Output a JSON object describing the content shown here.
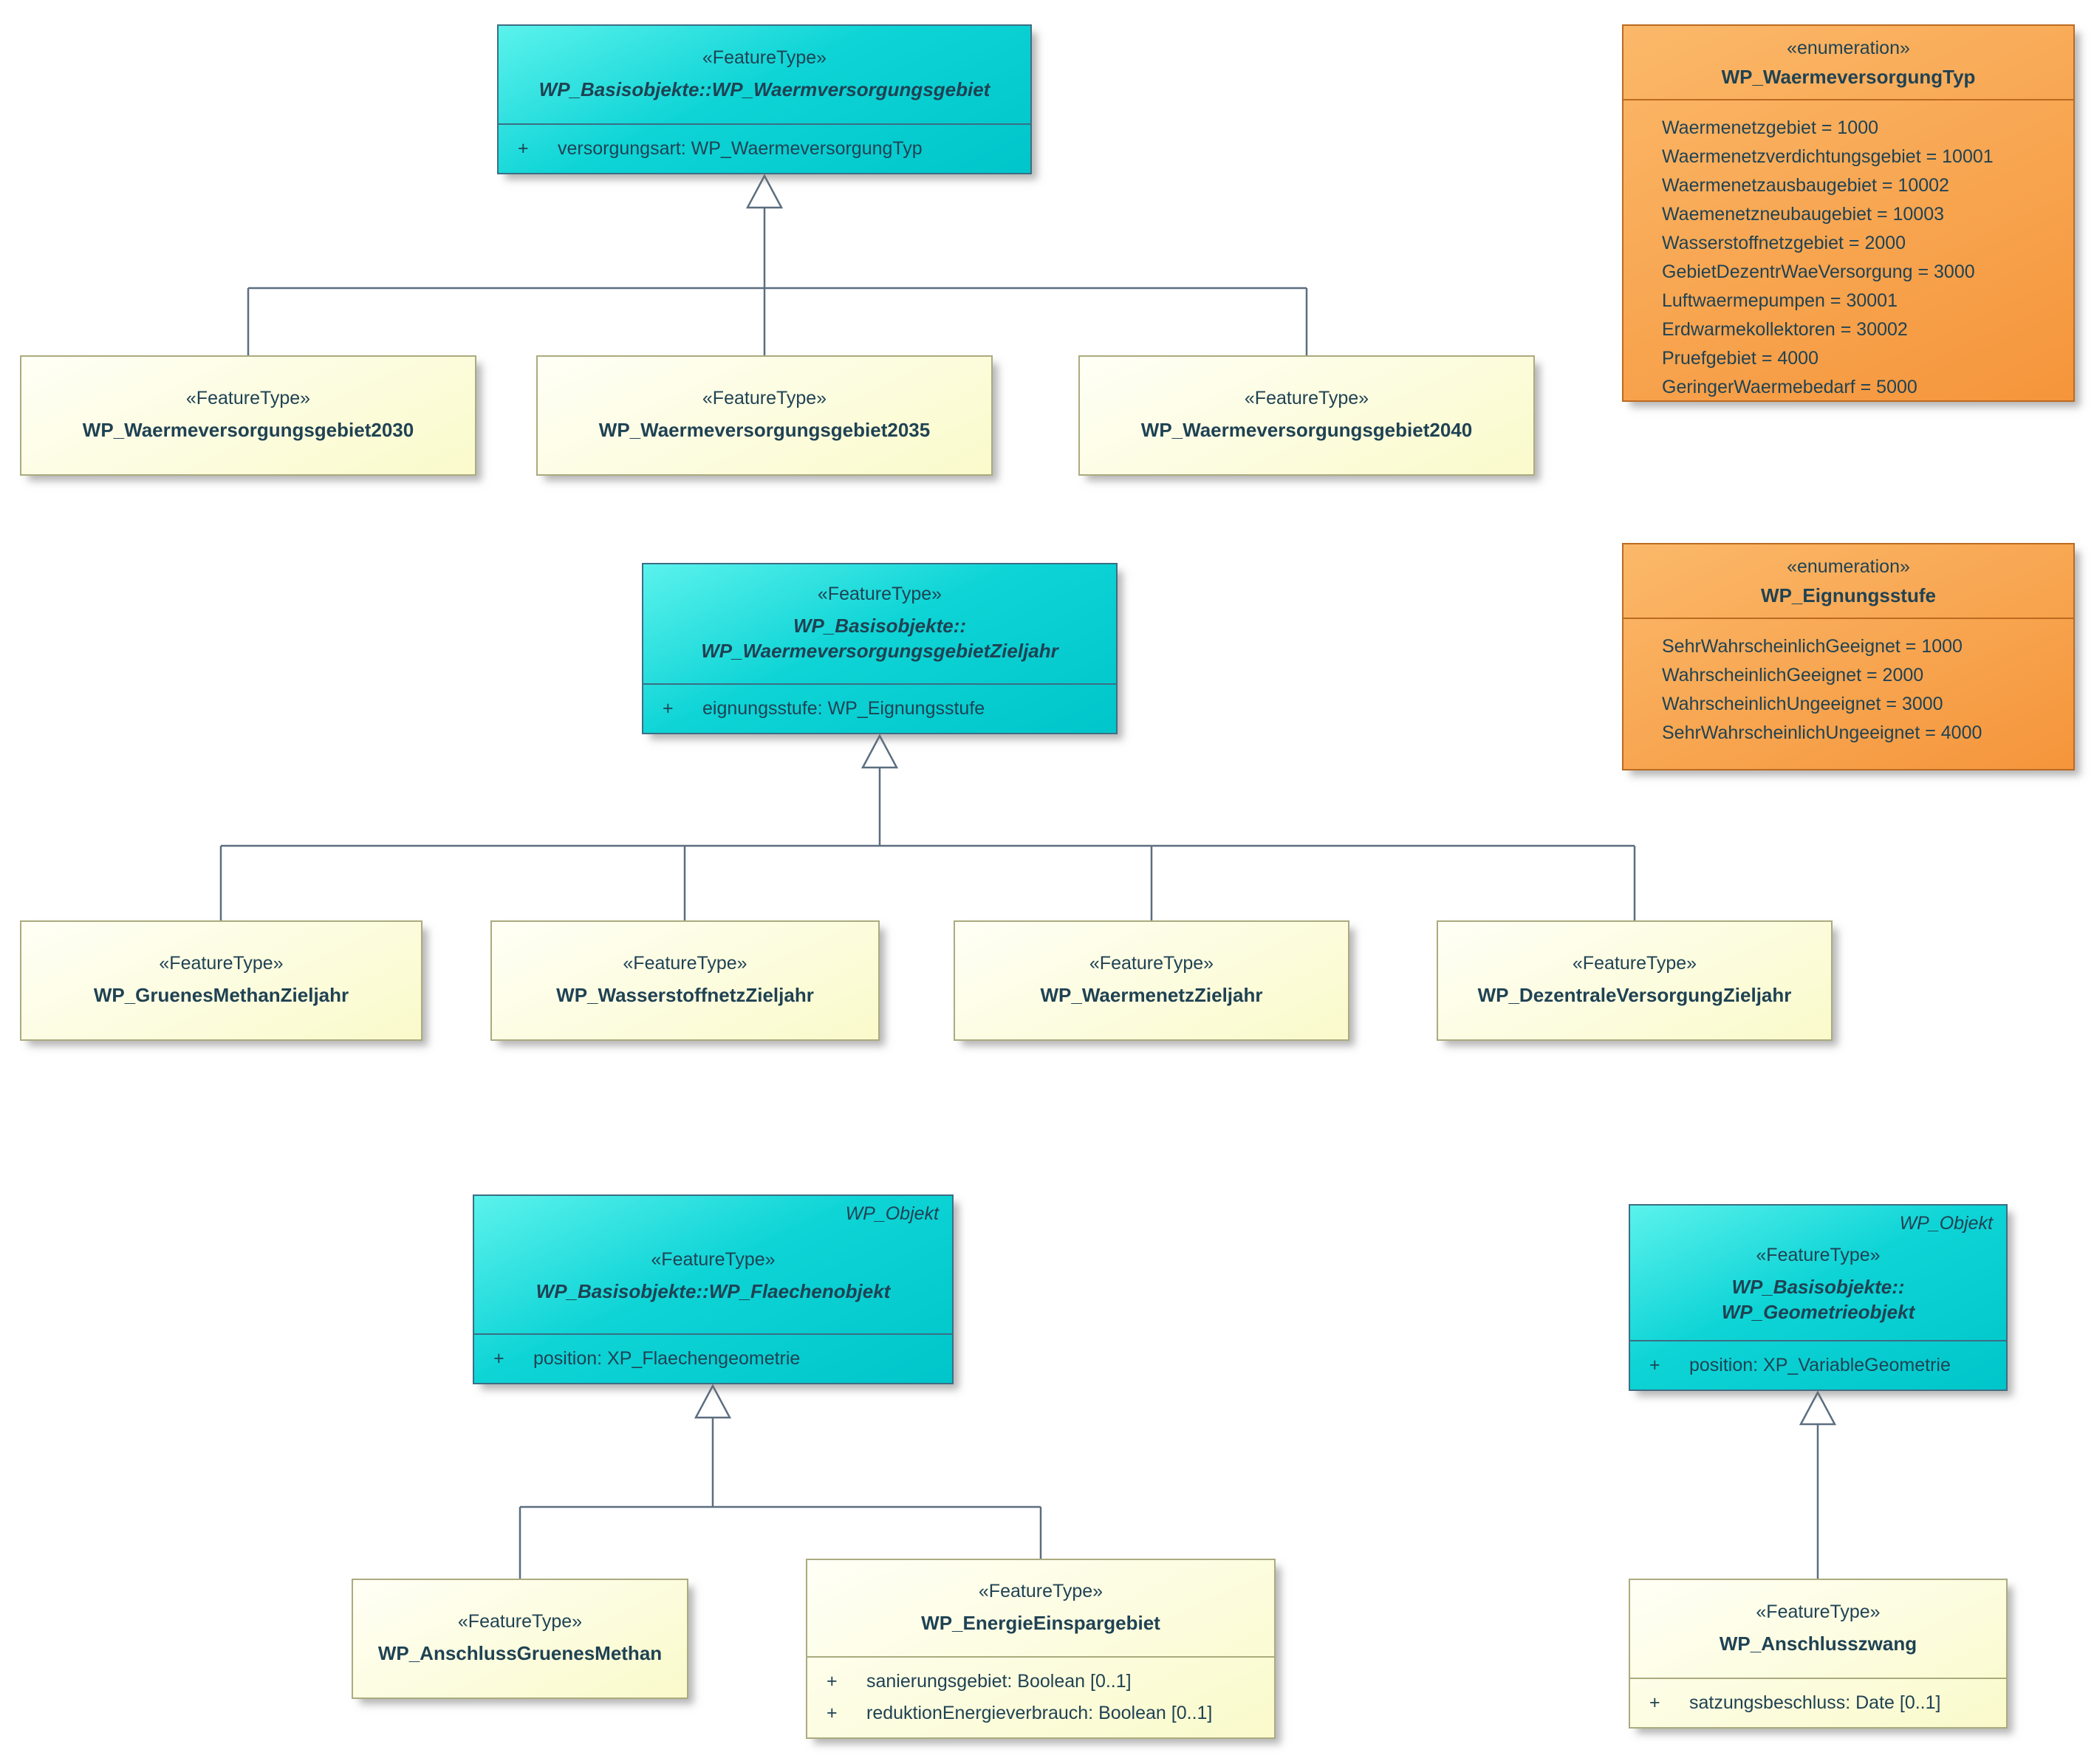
{
  "labels": {
    "feature_type": "«FeatureType»",
    "enumeration": "«enumeration»"
  },
  "colors": {
    "class_fill": "#00CCCC",
    "subclass_fill": "#FBFBCB",
    "enum_fill": "#F79A3E",
    "text": "#1F4253",
    "connector": "#5C6E80"
  },
  "classes": {
    "waermversorgungsgebiet": {
      "name": "WP_Basisobjekte::WP_Waermversorgungsgebiet",
      "attributes": [
        {
          "vis": "+",
          "text": "versorgungsart: WP_WaermeversorgungTyp"
        }
      ]
    },
    "gebiet2030": {
      "name": "WP_Waermeversorgungsgebiet2030"
    },
    "gebiet2035": {
      "name": "WP_Waermeversorgungsgebiet2035"
    },
    "gebiet2040": {
      "name": "WP_Waermeversorgungsgebiet2040"
    },
    "zieljahr_parent": {
      "name_line1": "WP_Basisobjekte::",
      "name_line2": "WP_WaermeversorgungsgebietZieljahr",
      "attributes": [
        {
          "vis": "+",
          "text": "eignungsstufe: WP_Eignungsstufe"
        }
      ]
    },
    "gruenes_methan_zieljahr": {
      "name": "WP_GruenesMethanZieljahr"
    },
    "wasserstoffnetz_zieljahr": {
      "name": "WP_WasserstoffnetzZieljahr"
    },
    "waermenetz_zieljahr": {
      "name": "WP_WaermenetzZieljahr"
    },
    "dezentrale_versorgung_zieljahr": {
      "name": "WP_DezentraleVersorgungZieljahr"
    },
    "flaechenobjekt": {
      "package_tag": "WP_Objekt",
      "name": "WP_Basisobjekte::WP_Flaechenobjekt",
      "attributes": [
        {
          "vis": "+",
          "text": "position: XP_Flaechengeometrie"
        }
      ]
    },
    "anschluss_gruenes_methan": {
      "name": "WP_AnschlussGruenesMethan"
    },
    "energie_einspargebiet": {
      "name": "WP_EnergieEinspargebiet",
      "attributes": [
        {
          "vis": "+",
          "text": "sanierungsgebiet: Boolean [0..1]"
        },
        {
          "vis": "+",
          "text": "reduktionEnergieverbrauch: Boolean [0..1]"
        }
      ]
    },
    "geometrieobjekt": {
      "package_tag": "WP_Objekt",
      "name_line1": "WP_Basisobjekte::",
      "name_line2": "WP_Geometrieobjekt",
      "attributes": [
        {
          "vis": "+",
          "text": "position: XP_VariableGeometrie"
        }
      ]
    },
    "anschlusszwang": {
      "name": "WP_Anschlusszwang",
      "attributes": [
        {
          "vis": "+",
          "text": "satzungsbeschluss: Date [0..1]"
        }
      ]
    }
  },
  "enumerations": {
    "waermeversorgung_typ": {
      "name": "WP_WaermeversorgungTyp",
      "values": [
        "Waermenetzgebiet = 1000",
        "Waermenetzverdichtungsgebiet = 10001",
        "Waermenetzausbaugebiet = 10002",
        "Waemenetzneubaugebiet = 10003",
        "Wasserstoffnetzgebiet = 2000",
        "GebietDezentrWaeVersorgung = 3000",
        "Luftwaermepumpen = 30001",
        "Erdwarmekollektoren = 30002",
        "Pruefgebiet = 4000",
        "GeringerWaermebedarf = 5000"
      ]
    },
    "eignungsstufe": {
      "name": "WP_Eignungsstufe",
      "values": [
        "SehrWahrscheinlichGeeignet = 1000",
        "WahrscheinlichGeeignet = 2000",
        "WahrscheinlichUngeeignet = 3000",
        "SehrWahrscheinlichUngeeignet = 4000"
      ]
    }
  }
}
